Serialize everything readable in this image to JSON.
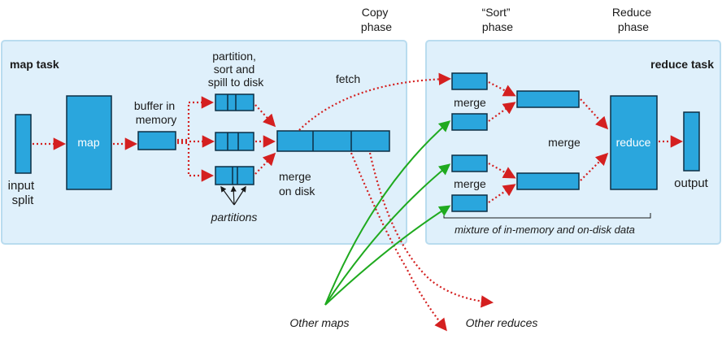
{
  "phases": {
    "copy": [
      "Copy",
      "phase"
    ],
    "sort": [
      "“Sort”",
      "phase"
    ],
    "reduce": [
      "Reduce",
      "phase"
    ]
  },
  "map_task": {
    "title": "map task",
    "input_split": [
      "input",
      "split"
    ],
    "map_label": "map",
    "buffer_label": [
      "buffer in",
      "memory"
    ],
    "spill_label": [
      "partition,",
      "sort and",
      "spill to disk"
    ],
    "partitions_label": "partitions",
    "merge_on_disk": [
      "merge",
      "on disk"
    ]
  },
  "reduce_task": {
    "title": "reduce task",
    "fetch_label": "fetch",
    "merge_labels": [
      "merge",
      "merge",
      "merge"
    ],
    "reduce_label": "reduce",
    "output_label": "output",
    "mixture_label": "mixture of in-memory and on-disk data"
  },
  "footer": {
    "other_maps": "Other maps",
    "other_reduces": "Other reduces"
  },
  "colors": {
    "panel": "#dff0fb",
    "panel_border": "#b9dcef",
    "box": "#2aa6dd",
    "box_border": "#0d2f44",
    "red_arrow": "#d42020",
    "green_arrow": "#1faa1f"
  }
}
